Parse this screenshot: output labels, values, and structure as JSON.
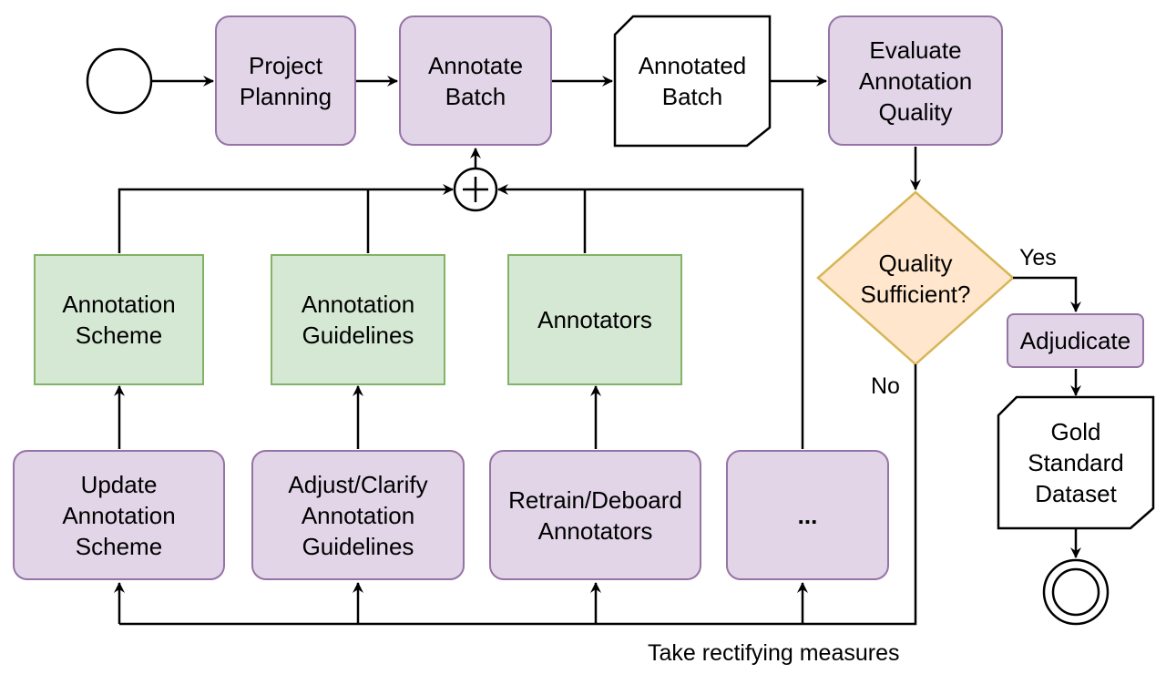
{
  "colors": {
    "task_fill": "#e1d5e7",
    "task_stroke": "#9673a6",
    "artifact_fill": "#d5e8d4",
    "artifact_stroke": "#82b366",
    "decision_fill": "#ffe6cc",
    "decision_stroke": "#d6b656",
    "line": "#000000"
  },
  "nodes": {
    "project_planning": "Project\nPlanning",
    "annotate_batch": "Annotate\nBatch",
    "annotated_batch": "Annotated\nBatch",
    "evaluate_quality": "Evaluate\nAnnotation\nQuality",
    "quality_sufficient": "Quality\nSufficient?",
    "adjudicate": "Adjudicate",
    "gold_standard": "Gold\nStandard\nDataset",
    "annotation_scheme": "Annotation\nScheme",
    "annotation_guidelines": "Annotation\nGuidelines",
    "annotators": "Annotators",
    "update_scheme": "Update\nAnnotation\nScheme",
    "adjust_guidelines": "Adjust/Clarify\nAnnotation\nGuidelines",
    "retrain_annotators": "Retrain/Deboard\nAnnotators",
    "more": "..."
  },
  "labels": {
    "yes": "Yes",
    "no": "No",
    "rectify": "Take rectifying measures"
  },
  "icons": {
    "start": "start-event-icon",
    "end": "end-event-icon",
    "gateway": "parallel-gateway-plus-icon"
  }
}
